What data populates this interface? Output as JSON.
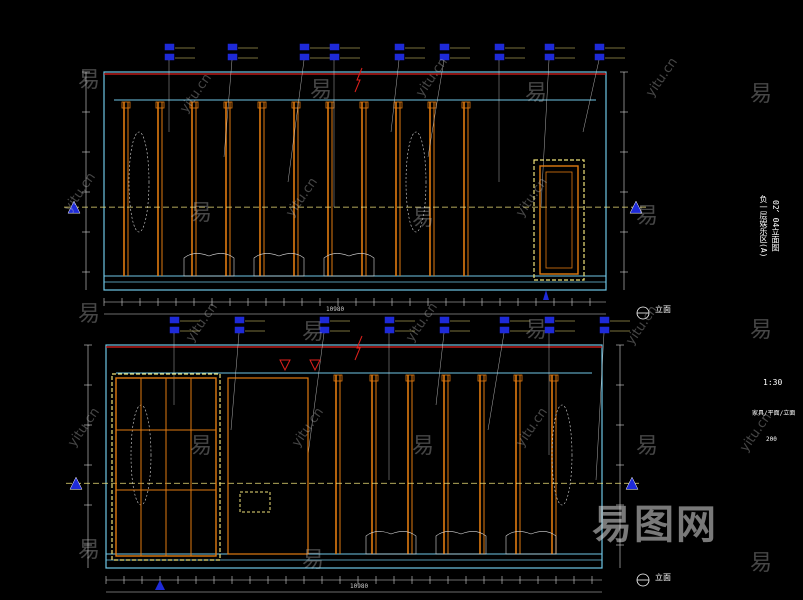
{
  "drawing": {
    "upper_title": "负一层娱乐区(A)",
    "upper_subtitle": "02、04立面图",
    "scale": "1:30",
    "side_note": "家具/平面/立面",
    "side_value": "200",
    "upper_width_dim": "10980",
    "lower_width_dim": "10980",
    "upper_section_mark": "立面",
    "lower_section_mark": "立面"
  },
  "watermarks": {
    "char": "易",
    "url": "yitu.cn",
    "logo": "易图网"
  },
  "colors": {
    "background": "#000000",
    "wall": "#e07a10",
    "frame": "#6fc6e6",
    "dim": "#d8d8d8",
    "hatch": "#f0e27a",
    "accent": "#e0201c",
    "tag": "#1e2ad8"
  }
}
